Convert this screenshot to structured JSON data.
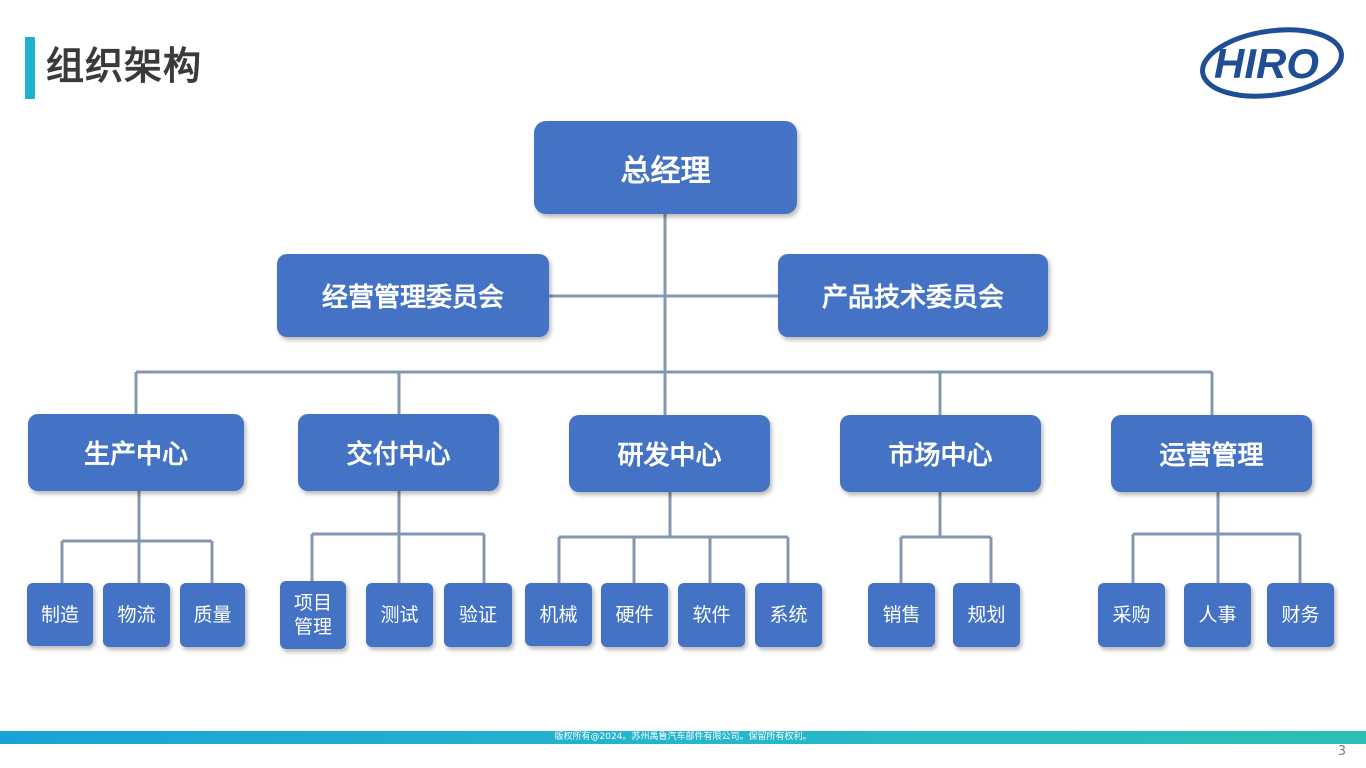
{
  "slide": {
    "title": "组织架构",
    "logo_text": "HIRO",
    "footer": "版权所有@2024。苏州禹鲁汽车部件有限公司。保留所有权利。",
    "page_number": "3"
  },
  "colors": {
    "node_fill": "#4472c4",
    "connector": "#8497b0",
    "accent": "#20b3cf",
    "logo": "#1f4e96"
  },
  "org": {
    "ceo": "总经理",
    "committees": [
      "经营管理委员会",
      "产品技术委员会"
    ],
    "centers": [
      {
        "name": "生产中心",
        "teams": [
          "制造",
          "物流",
          "质量"
        ]
      },
      {
        "name": "交付中心",
        "teams": [
          "项目\n管理",
          "测试",
          "验证"
        ]
      },
      {
        "name": "研发中心",
        "teams": [
          "机械",
          "硬件",
          "软件",
          "系统"
        ]
      },
      {
        "name": "市场中心",
        "teams": [
          "销售",
          "规划"
        ]
      },
      {
        "name": "运营管理",
        "teams": [
          "采购",
          "人事",
          "财务"
        ]
      }
    ]
  }
}
